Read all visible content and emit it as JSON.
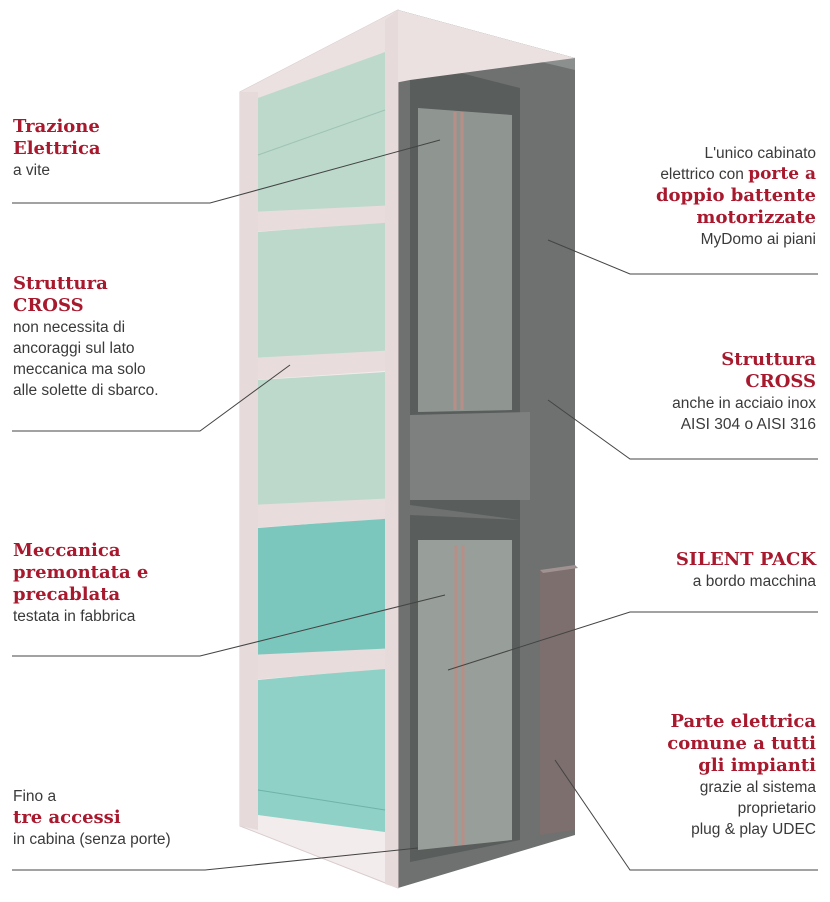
{
  "colors": {
    "accent": "#a8192e",
    "text": "#3a3a3a",
    "frame_light": "#f3ecec",
    "frame_shade": "#d9cccd",
    "shaft_dark": "#6e7170",
    "glass": "#bcd9cc",
    "glass_deep": "#7cc7bd",
    "door": "#9aa09b"
  },
  "callouts": {
    "trazione": {
      "title": [
        "Trazione",
        "Elettrica"
      ],
      "text": [
        "a vite"
      ]
    },
    "struttura_left": {
      "title": [
        "Struttura",
        "CROSS"
      ],
      "text": [
        "non necessita di",
        "ancoraggi sul lato",
        "meccanica ma solo",
        "alle solette di sbarco."
      ]
    },
    "meccanica": {
      "title": [
        "Meccanica",
        "premontata e",
        "precablata"
      ],
      "text": [
        "testata in fabbrica"
      ]
    },
    "accessi": {
      "pre": "Fino a",
      "accent": "tre accessi",
      "post": "in cabina (senza porte)"
    },
    "cabinato": {
      "lead1": "L'unico cabinato",
      "lead2": "elettrico con",
      "accent": [
        "porte a",
        "doppio battente",
        "motorizzate"
      ],
      "post": "MyDomo ai piani"
    },
    "struttura_right": {
      "title": [
        "Struttura",
        "CROSS"
      ],
      "text": [
        "anche in acciaio inox",
        "AISI 304 o AISI 316"
      ]
    },
    "silent": {
      "title": [
        "SILENT PACK"
      ],
      "text": [
        "a bordo macchina"
      ]
    },
    "elettrica": {
      "title": [
        "Parte elettrica",
        "comune a tutti",
        "gli impianti"
      ],
      "text": [
        "grazie al sistema",
        "proprietario",
        "plug & play UDEC"
      ]
    }
  }
}
